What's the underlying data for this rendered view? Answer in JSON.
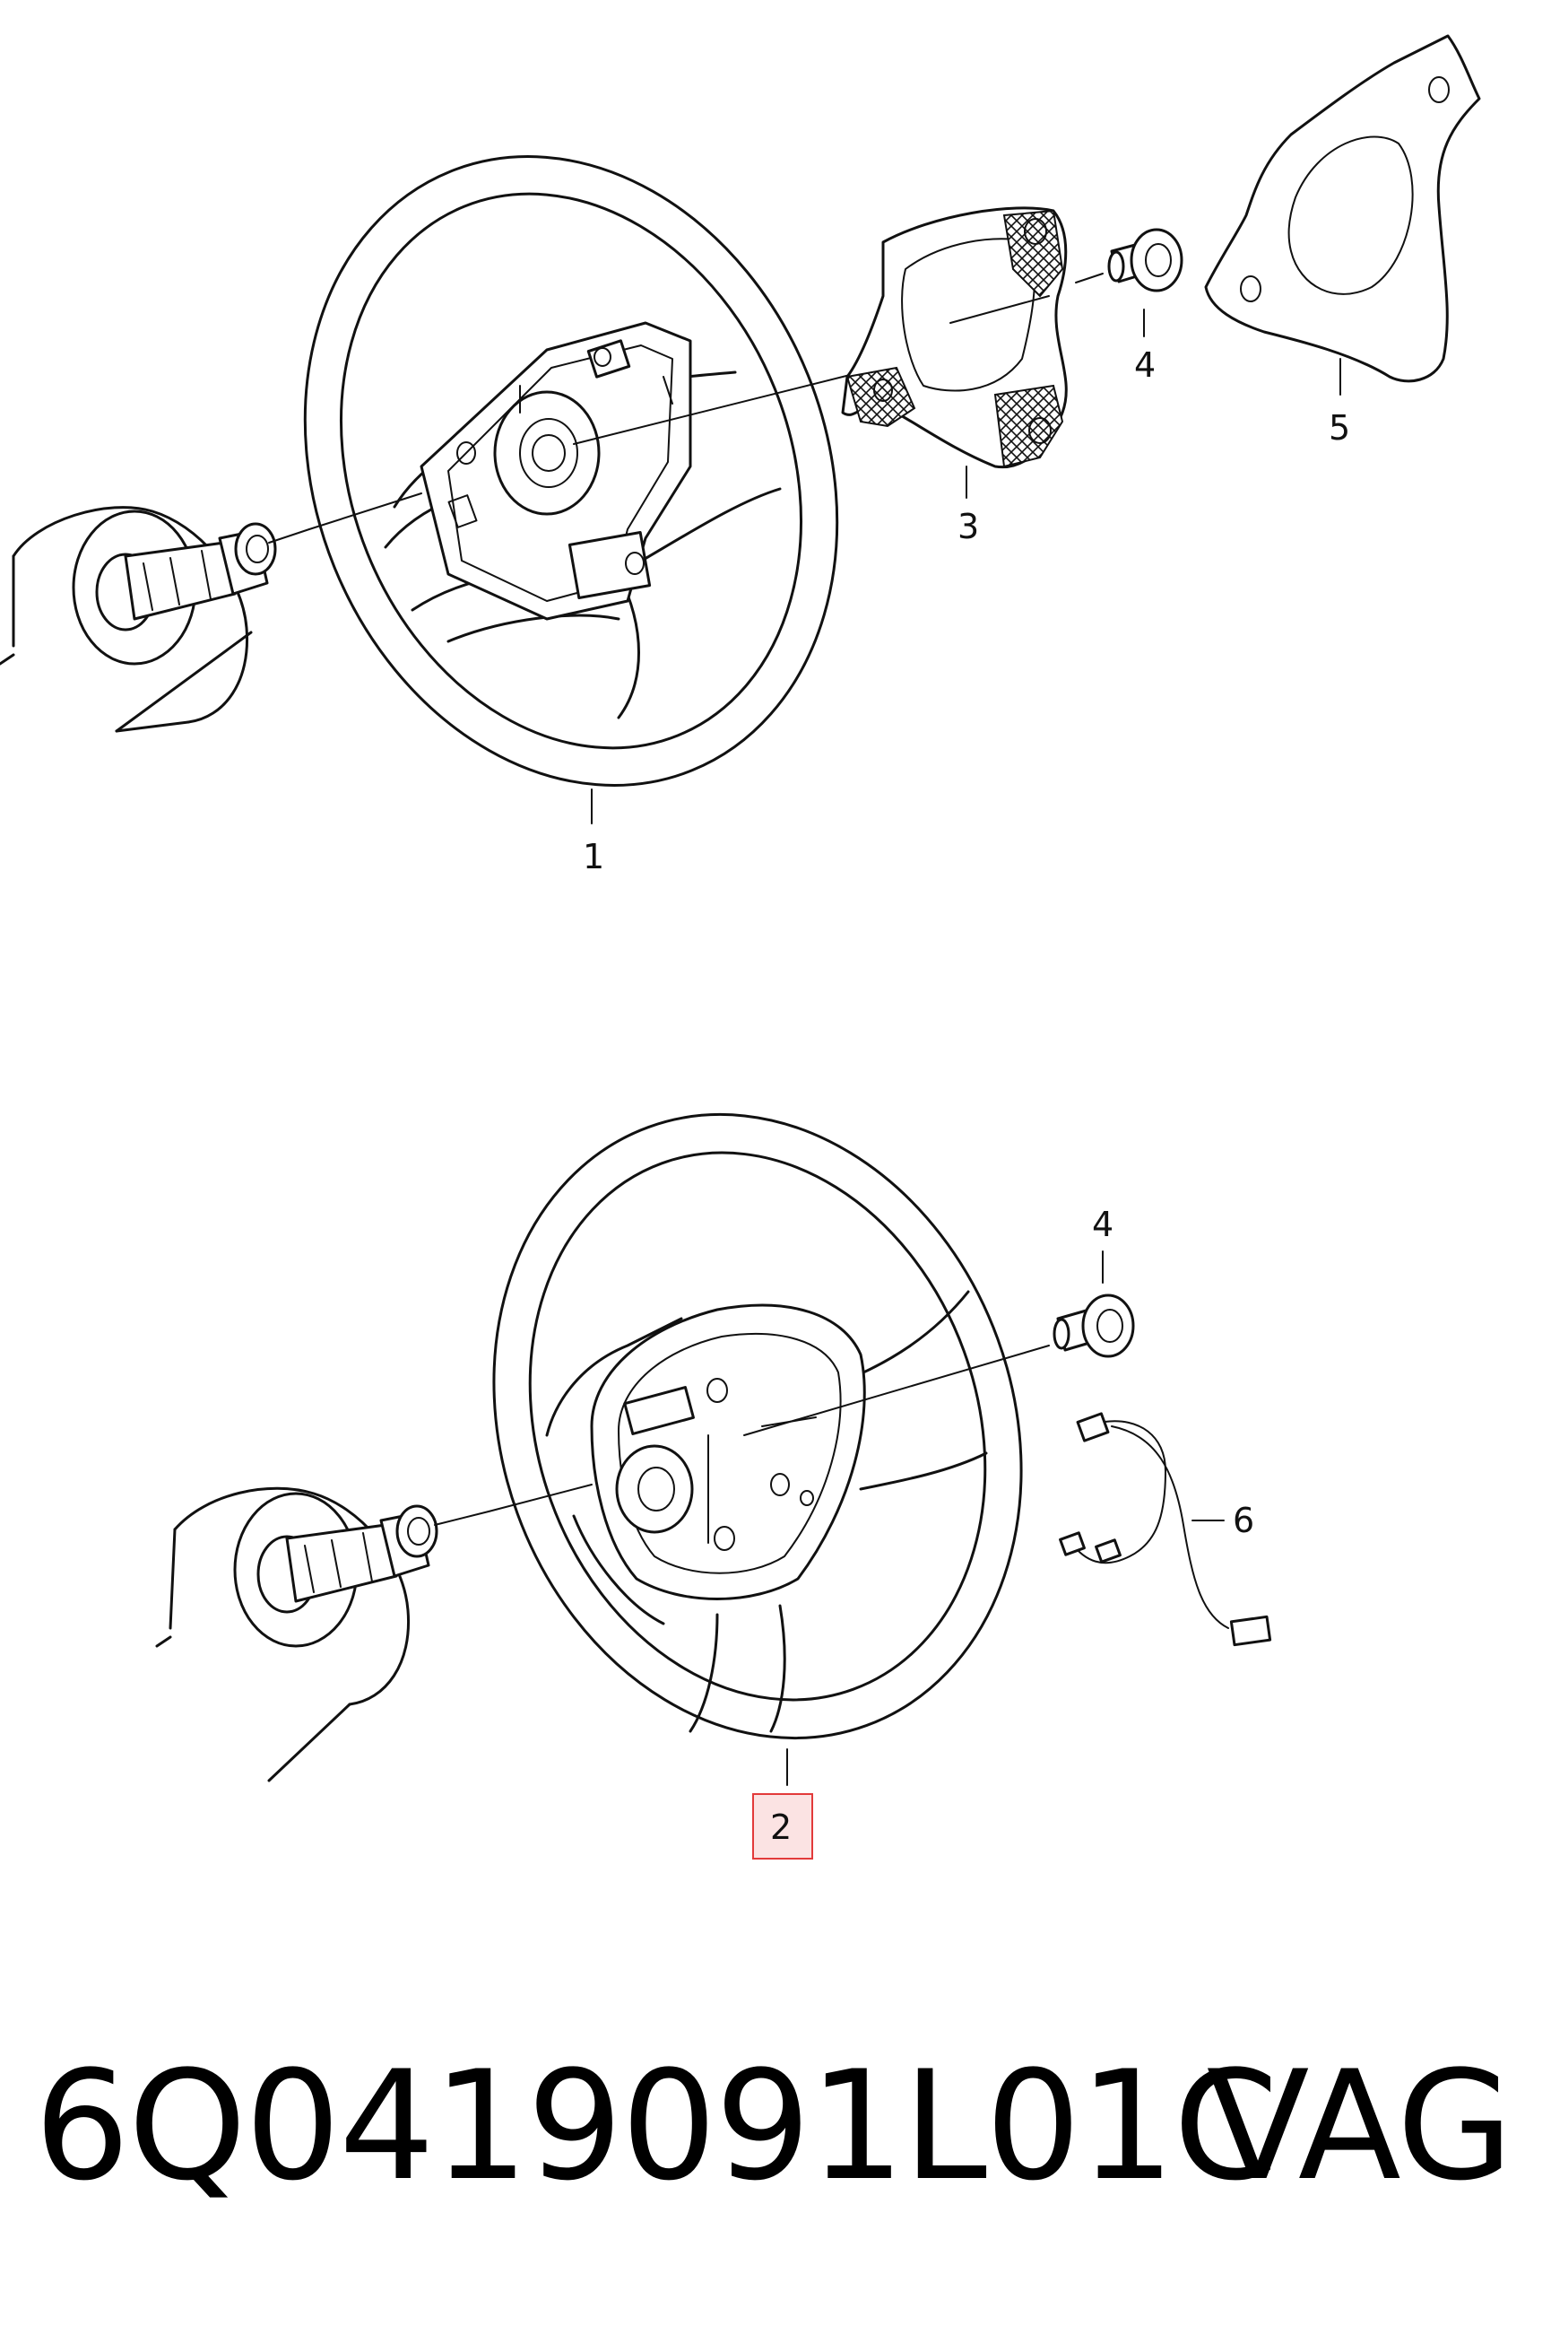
{
  "diagram": {
    "callouts": {
      "c1": "1",
      "c2": "2",
      "c3": "3",
      "c4_top": "4",
      "c4_bottom": "4",
      "c5": "5",
      "c6": "6"
    },
    "highlight_color": "#e23a3a",
    "highlight_fill": "#fbe3e3"
  },
  "footer": {
    "part_number": "6Q0419091L01C",
    "brand": "VAG"
  }
}
